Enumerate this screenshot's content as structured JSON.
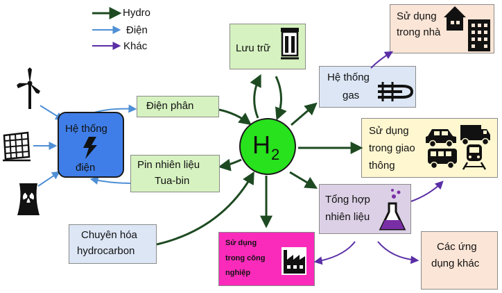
{
  "legend": {
    "hydro": "Hydro",
    "dien": "Điện",
    "khac": "Khác"
  },
  "center": {
    "symbol": "H",
    "subscript": "2"
  },
  "nodes": {
    "he_thong_dien": {
      "line1": "Hệ thống",
      "line2": "điện"
    },
    "dien_phan": "Điện phân",
    "pin_nhien_lieu": {
      "line1": "Pin nhiên liệu",
      "line2": "Tua-bin"
    },
    "chuyen_hoa": {
      "line1": "Chuyên hóa",
      "line2": "hydrocarbon"
    },
    "luu_tru": "Lưu trữ",
    "he_thong_gas": {
      "line1": "Hệ thống",
      "line2": "gas"
    },
    "su_dung_trong_nha": {
      "line1": "Sử dụng",
      "line2": "trong nhà"
    },
    "giao_thong": {
      "line1": "Sử dụng",
      "line2": "trong giao",
      "line3": "thông"
    },
    "tong_hop": {
      "line1": "Tổng hợp",
      "line2": "nhiên liệu"
    },
    "cong_nghiep": {
      "line1": "Sử dụng",
      "line2": "trong công",
      "line3": "nghiệp"
    },
    "ung_dung_khac": {
      "line1": "Các ứng",
      "line2": "dụng khác"
    }
  },
  "colors": {
    "hydro_arrow": "#1e4a22",
    "dien_arrow": "#4f8fd6",
    "khac_arrow": "#5a2ea6",
    "h2_fill": "#27e21d",
    "grid_box": "#3f7ee8",
    "green_box": "#d6f2c0",
    "blue_box": "#dce6f5",
    "peach_box": "#fbe5d6",
    "yellow_box": "#fff7d0",
    "lavender_box": "#dcd0e6",
    "pink_box": "#fa2bbb"
  },
  "icons": [
    "wind-turbine-icon",
    "solar-panel-icon",
    "nuclear-plant-icon",
    "lightning-icon",
    "storage-tank-icon",
    "gas-pipe-icon",
    "house-icon",
    "building-icon",
    "car-icon",
    "truck-icon",
    "bus-icon",
    "train-icon",
    "flask-icon",
    "factory-icon"
  ]
}
